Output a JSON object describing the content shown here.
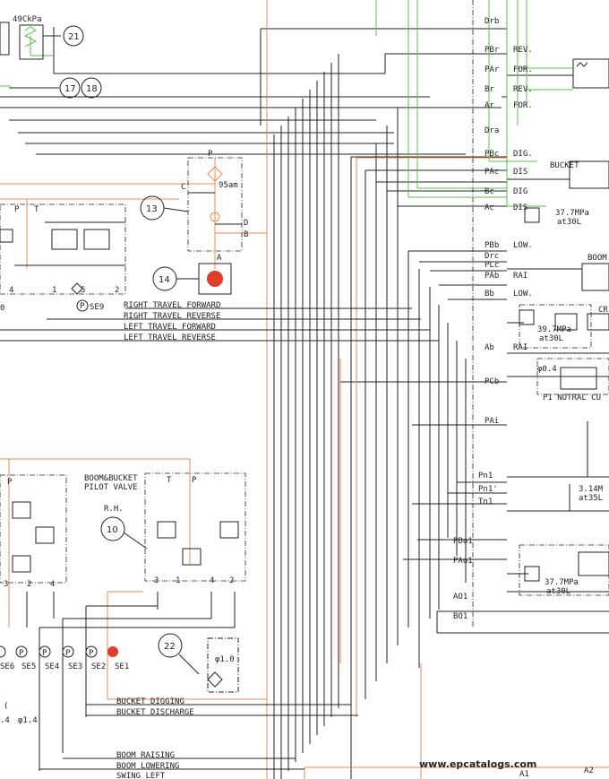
{
  "callouts": [
    "21",
    "17",
    "18",
    "13",
    "14",
    "10",
    "22"
  ],
  "pressure_top": "49CkPa",
  "valve13": {
    "p": "P",
    "c": "C",
    "d": "D",
    "b": "B",
    "a": "A",
    "orifice": "95am"
  },
  "travel_lines": [
    "RIGHT TRAVEL FORWARD",
    "RIGHT TRAVEL REVERSE",
    "LEFT TRAVEL FORWARD",
    "LEFT TRAVEL REVERSE"
  ],
  "left_unit": {
    "p": "P",
    "t": "T",
    "n4": "4",
    "n1": "1",
    "n5": "5",
    "n2": "2",
    "se9": "SE9",
    "p_circle": "P"
  },
  "right_ports": [
    {
      "port": "Drb",
      "label": ""
    },
    {
      "port": "PBr",
      "label": "REV."
    },
    {
      "port": "PAr",
      "label": "FOR."
    },
    {
      "port": "Br",
      "label": "REV."
    },
    {
      "port": "Ar",
      "label": "FOR."
    },
    {
      "port": "Dra",
      "label": ""
    },
    {
      "port": "PBc",
      "label": "DIG."
    },
    {
      "port": "PAc",
      "label": "DIS"
    },
    {
      "port": "Bc",
      "label": "DIG"
    },
    {
      "port": "Ac",
      "label": "DIS"
    },
    {
      "port": "PBb",
      "label": "LOW."
    },
    {
      "port": "Drc",
      "label": ""
    },
    {
      "port": "PLc",
      "label": ""
    },
    {
      "port": "PAb",
      "label": "RAI"
    },
    {
      "port": "Bb",
      "label": "LOW."
    },
    {
      "port": "Ab",
      "label": "RAI"
    },
    {
      "port": "PCb",
      "label": ""
    },
    {
      "port": "PAi",
      "label": ""
    },
    {
      "port": "Pn1",
      "label": ""
    },
    {
      "port": "Pn1'",
      "label": ""
    },
    {
      "port": "Tn1",
      "label": ""
    },
    {
      "port": "PBo1",
      "label": ""
    },
    {
      "port": "PAo1",
      "label": ""
    },
    {
      "port": "AO1",
      "label": ""
    },
    {
      "port": "BO1",
      "label": ""
    }
  ],
  "right_labels": {
    "bucket": "BUCKET",
    "boom": "BOOM",
    "cr": "CR",
    "p37a": "37.7MPa",
    "p37a_flow": "at30L",
    "p39": "39.7MPa",
    "p39_flow": "at30L",
    "orifice04": "φ0.4",
    "p1": "P1 NUTRAL CU",
    "p314": "3.14M",
    "p314_flow": "at35L",
    "p37b": "37.7MPa",
    "p37b_flow": "at30L",
    "a1": "A1",
    "a2": "A2"
  },
  "boom_valve": {
    "title1": "BOOM&BUCKET",
    "title2": "PILOT VALVE",
    "rh": "R.H.",
    "t": "T",
    "p": "P",
    "p_left": "P",
    "ports": [
      "3",
      "1",
      "4",
      "2"
    ],
    "left_ports": [
      "3",
      "2",
      "4"
    ]
  },
  "sensors": [
    "SE6",
    "SE5",
    "SE4",
    "SE3",
    "SE2",
    "SE1"
  ],
  "sensor_symbol": "P",
  "orifice22": "φ1.0",
  "bucket_lines": [
    "BUCKET DIGGING",
    "BUCKET DISCHARGE"
  ],
  "boom_lines": [
    "BOOM RAISING",
    "BOOM LOWERING",
    "SWING LEFT"
  ],
  "misc": {
    "n14": ".4",
    "phi14": "φ1.4",
    "o_left": "0",
    "paren": "("
  },
  "watermark": "www.epcatalogs.com",
  "colors": {
    "red": "#e23c2a",
    "green": "#5bbf4a",
    "orange": "#f08a4b",
    "line": "#222222"
  }
}
